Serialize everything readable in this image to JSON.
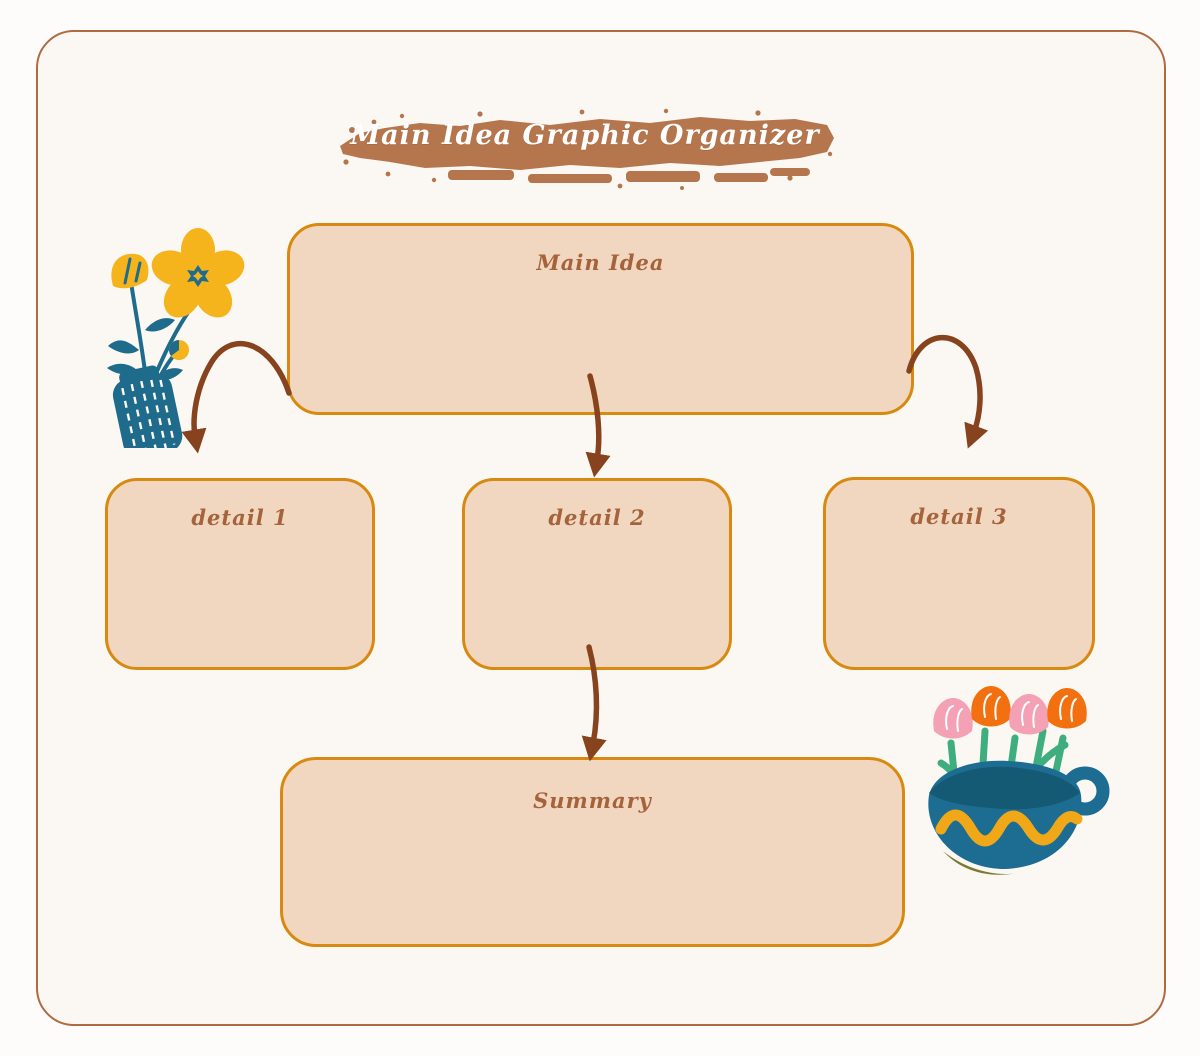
{
  "title": {
    "text": "Main Idea Graphic Organizer"
  },
  "boxes": {
    "main_idea": {
      "label": "Main Idea"
    },
    "detail_1": {
      "label": "detail 1"
    },
    "detail_2": {
      "label": "detail 2"
    },
    "detail_3": {
      "label": "detail 3"
    },
    "summary": {
      "label": "Summary"
    }
  },
  "connections": [
    {
      "from": "main-idea",
      "to": "detail-1",
      "shape": "curved-arrow"
    },
    {
      "from": "main-idea",
      "to": "detail-2",
      "shape": "curved-arrow"
    },
    {
      "from": "main-idea",
      "to": "detail-3",
      "shape": "curved-arrow"
    },
    {
      "from": "detail-2",
      "to": "summary",
      "shape": "curved-arrow"
    }
  ],
  "style": {
    "page_bg": "#fdfcfa",
    "frame_bg": "#fbf8f3",
    "frame_border": "#b06a42",
    "box_fill": "#f2d7c0",
    "box_border": "#d8890f",
    "label_color": "#a5633c",
    "arrow_color": "#86431d",
    "brush_color": "#b5764d",
    "title_color": "#ffffff"
  },
  "decorations": {
    "left": {
      "name": "yellow-poppies-in-vase",
      "palette": {
        "vase_teal": "#1e6b8c",
        "flower_yellow": "#f5b31c"
      }
    },
    "right": {
      "name": "tulips-in-mug",
      "palette": {
        "mug_teal": "#1d6d92",
        "mug_rim": "#155a75",
        "stem_green": "#3fae7e",
        "tulip_pink": "#f4a0b5",
        "tulip_orange": "#f2700f",
        "wave_yellow": "#f0a818",
        "shadow_olive": "#7c7a2f"
      }
    }
  }
}
